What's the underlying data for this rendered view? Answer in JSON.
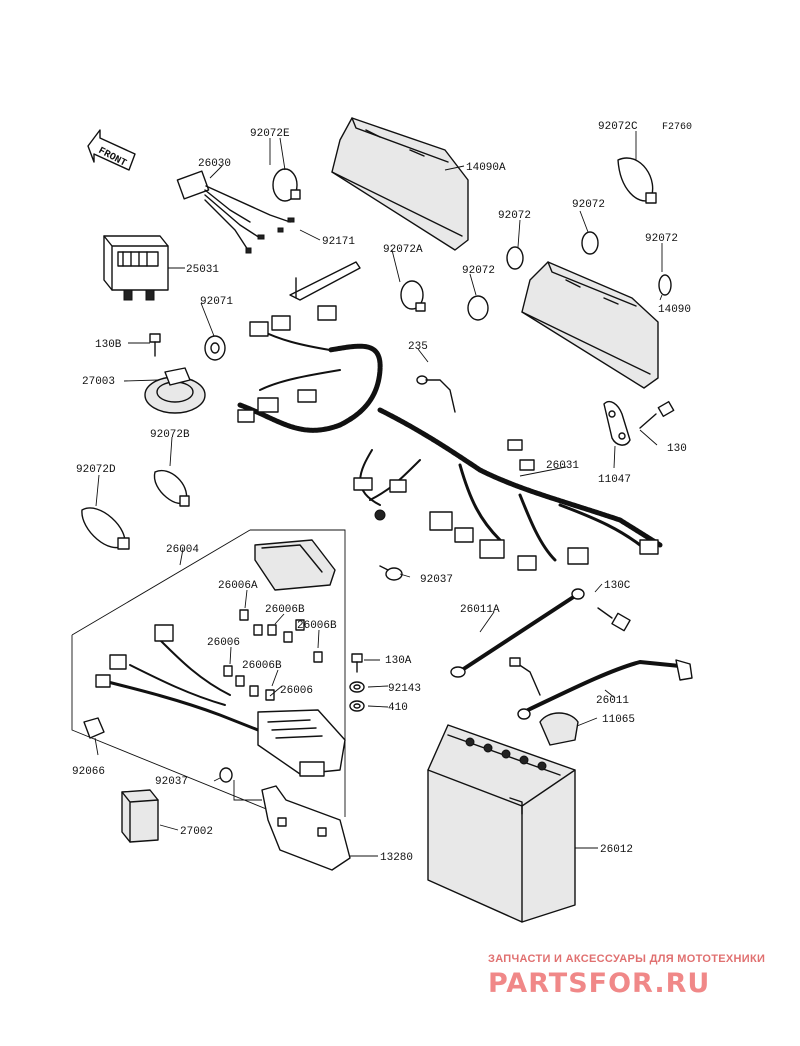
{
  "figure_code": "F2760",
  "front_label": "FRONT",
  "parts": {
    "p92072E": "92072E",
    "p26030": "26030",
    "p14090A": "14090A",
    "p92072C": "92072C",
    "p92072_a": "92072",
    "p92072_b": "92072",
    "p92072_c": "92072",
    "p92072_d": "92072",
    "p92171": "92171",
    "p92072A": "92072A",
    "p14090": "14090",
    "p25031": "25031",
    "p92071": "92071",
    "p130B": "130B",
    "p235": "235",
    "p27003": "27003",
    "p130": "130",
    "p92072B": "92072B",
    "p11047": "11047",
    "p92072D": "92072D",
    "p26031": "26031",
    "p26004": "26004",
    "p92037_a": "92037",
    "p26006A": "26006A",
    "p130C": "130C",
    "p26006B_a": "26006B",
    "p26006B_b": "26006B",
    "p26011A": "26011A",
    "p26006_a": "26006",
    "p130A": "130A",
    "p26006B_c": "26006B",
    "p92143": "92143",
    "p26006_b": "26006",
    "p26011": "26011",
    "p410": "410",
    "p11065": "11065",
    "p92066": "92066",
    "p92037_b": "92037",
    "p27002": "27002",
    "p26012": "26012",
    "p13280": "13280"
  },
  "watermark": {
    "tagline": "ЗАПЧАСТИ И АКСЕССУАРЫ ДЛЯ МОТОТЕХНИКИ",
    "logo": "PARTSFOR.RU"
  }
}
